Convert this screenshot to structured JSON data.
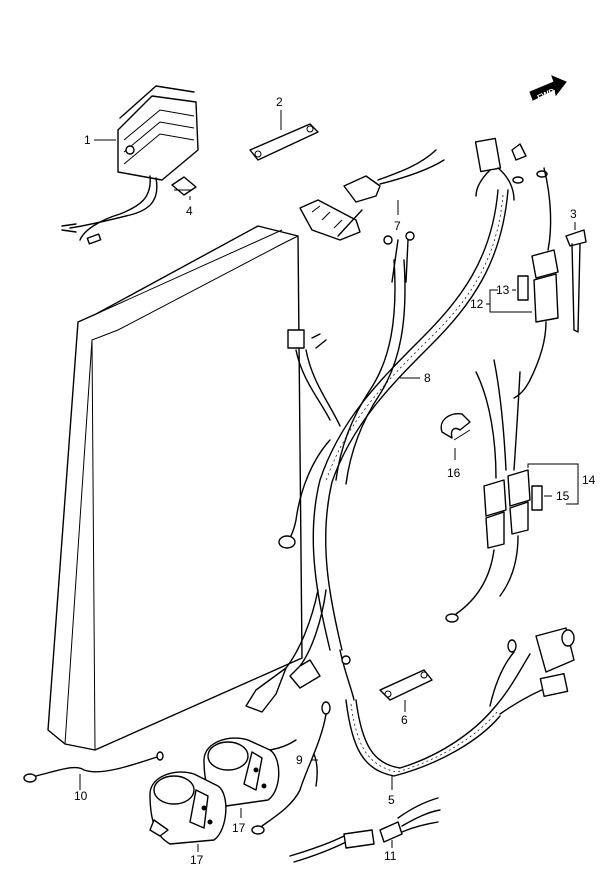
{
  "diagram": {
    "direction_label": "FWD",
    "callouts": [
      "1",
      "2",
      "3",
      "4",
      "5",
      "6",
      "7",
      "8",
      "9",
      "10",
      "11",
      "12",
      "13",
      "14",
      "15",
      "16",
      "17",
      "17"
    ]
  }
}
